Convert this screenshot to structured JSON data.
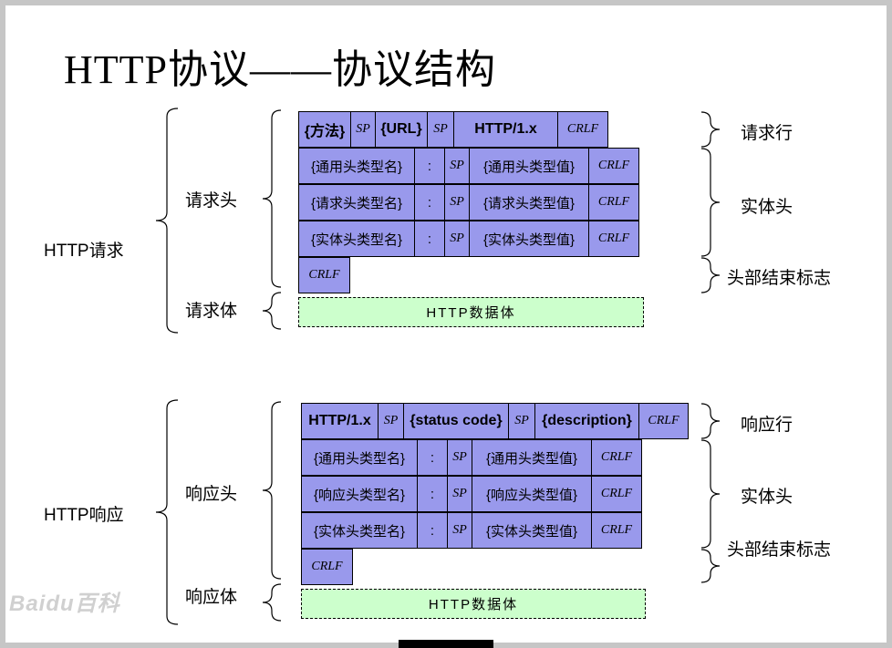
{
  "title": "HTTP协议——协议结构",
  "watermark": "Baidu百科",
  "colors": {
    "cell_fill": "#9999ec",
    "body_fill": "#ccffcc",
    "frame": "#c6c6c6"
  },
  "request": {
    "group_label": "HTTP请求",
    "header_group_label": "请求头",
    "body_group_label": "请求体",
    "right": {
      "line": "请求行",
      "entity": "实体头",
      "header_end": "头部结束标志"
    },
    "start_line": {
      "method": "{方法}",
      "sp1": "SP",
      "url": "{URL}",
      "sp2": "SP",
      "version": "HTTP/1.x",
      "crlf": "CRLF"
    },
    "header_rows": [
      {
        "name": "{通用头类型名}",
        "colon": ":",
        "sp": "SP",
        "value": "{通用头类型值}",
        "crlf": "CRLF"
      },
      {
        "name": "{请求头类型名}",
        "colon": ":",
        "sp": "SP",
        "value": "{请求头类型值}",
        "crlf": "CRLF"
      },
      {
        "name": "{实体头类型名}",
        "colon": ":",
        "sp": "SP",
        "value": "{实体头类型值}",
        "crlf": "CRLF"
      }
    ],
    "end_crlf": "CRLF",
    "data_body": "HTTP数据体"
  },
  "response": {
    "group_label": "HTTP响应",
    "header_group_label": "响应头",
    "body_group_label": "响应体",
    "right": {
      "line": "响应行",
      "entity": "实体头",
      "header_end": "头部结束标志"
    },
    "status_line": {
      "version": "HTTP/1.x",
      "sp1": "SP",
      "status_code": "{status code}",
      "sp2": "SP",
      "description": "{description}",
      "crlf": "CRLF"
    },
    "header_rows": [
      {
        "name": "{通用头类型名}",
        "colon": ":",
        "sp": "SP",
        "value": "{通用头类型值}",
        "crlf": "CRLF"
      },
      {
        "name": "{响应头类型名}",
        "colon": ":",
        "sp": "SP",
        "value": "{响应头类型值}",
        "crlf": "CRLF"
      },
      {
        "name": "{实体头类型名}",
        "colon": ":",
        "sp": "SP",
        "value": "{实体头类型值}",
        "crlf": "CRLF"
      }
    ],
    "end_crlf": "CRLF",
    "data_body": "HTTP数据体"
  }
}
